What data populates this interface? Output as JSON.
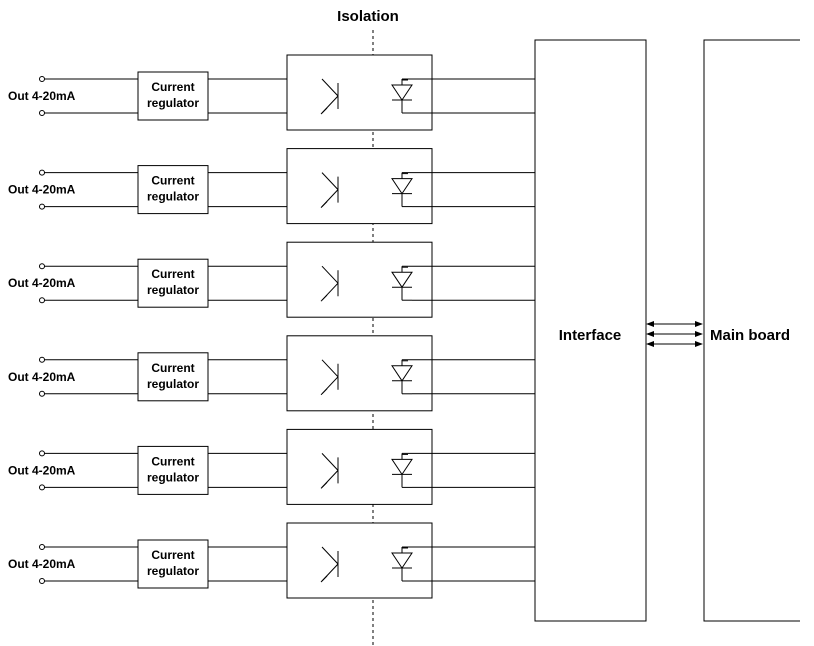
{
  "isolation_label": "Isolation",
  "interface_label": "Interface",
  "main_board_label": "Main board",
  "channels": [
    {
      "output_label": "Out 4-20mA",
      "regulator_line1": "Current",
      "regulator_line2": "regulator"
    },
    {
      "output_label": "Out 4-20mA",
      "regulator_line1": "Current",
      "regulator_line2": "regulator"
    },
    {
      "output_label": "Out 4-20mA",
      "regulator_line1": "Current",
      "regulator_line2": "regulator"
    },
    {
      "output_label": "Out 4-20mA",
      "regulator_line1": "Current",
      "regulator_line2": "regulator"
    },
    {
      "output_label": "Out 4-20mA",
      "regulator_line1": "Current",
      "regulator_line2": "regulator"
    },
    {
      "output_label": "Out 4-20mA",
      "regulator_line1": "Current",
      "regulator_line2": "regulator"
    }
  ],
  "bus_arrow_count": 3
}
